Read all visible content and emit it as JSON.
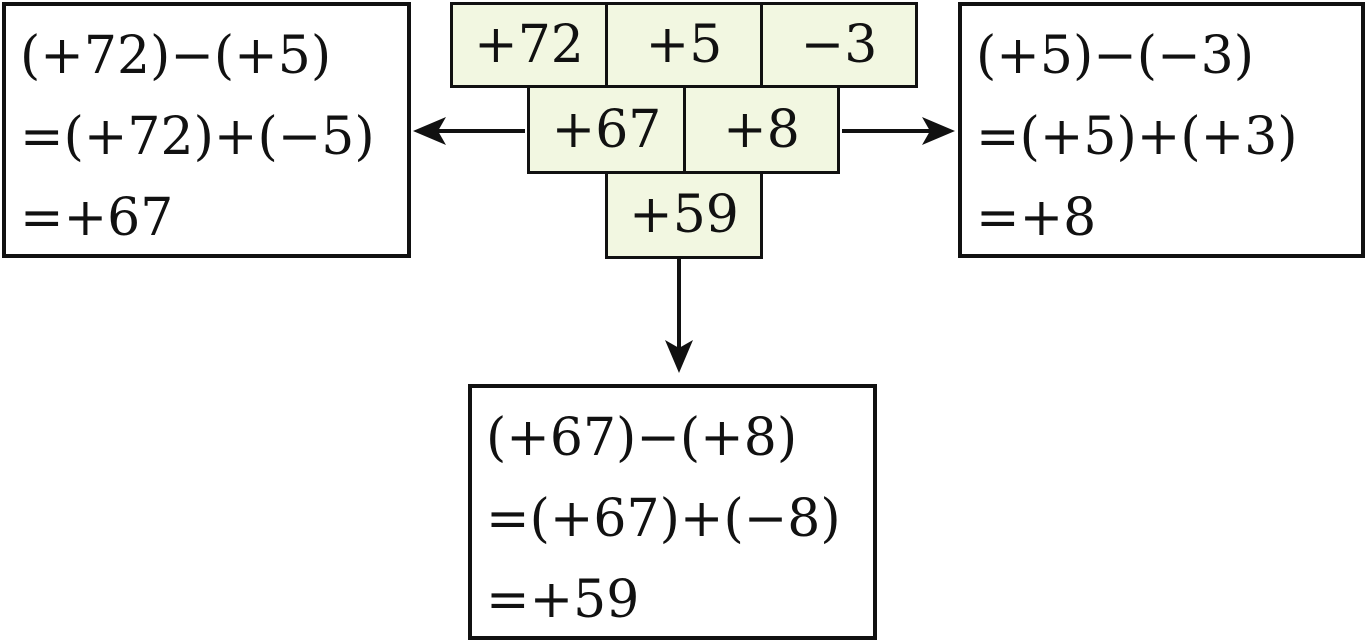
{
  "pyramid": {
    "row1": [
      "+72",
      "+5",
      "−3"
    ],
    "row2": [
      "+67",
      "+8"
    ],
    "row3": [
      "+59"
    ],
    "cell_fill": "#f2f7e1",
    "line_color": "#111111"
  },
  "left_box": {
    "lines": [
      "(+72)−(+5)",
      "=(+72)+(−5)",
      "=+67"
    ]
  },
  "right_box": {
    "lines": [
      "(+5)−(−3)",
      "=(+5)+(+3)",
      "=+8"
    ]
  },
  "bottom_box": {
    "lines": [
      "(+67)−(+8)",
      "=(+67)+(−8)",
      "=+59"
    ]
  }
}
